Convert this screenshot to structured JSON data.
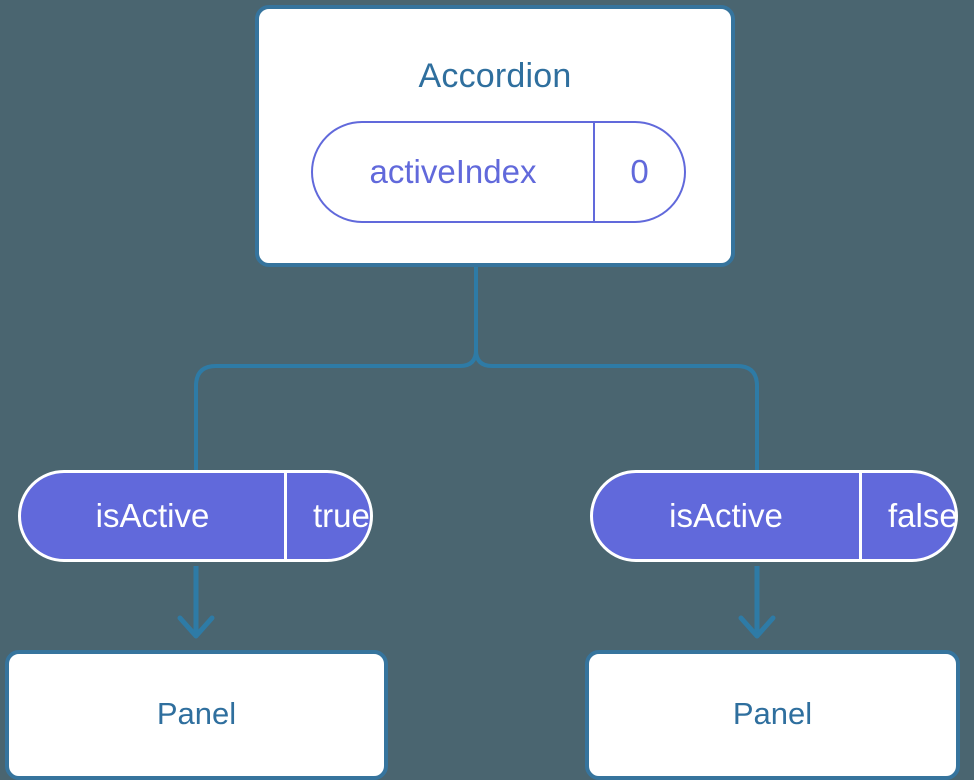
{
  "diagram": {
    "background_color": "#4a6570",
    "connector_color": "#2e7ba6",
    "card_border_color": "#36749d",
    "card_text_color": "#2f6f9e",
    "pill_color": "#6169db",
    "pill_text_color": "#ffffff",
    "root": {
      "title": "Accordion",
      "prop": {
        "key": "activeIndex",
        "value": "0"
      }
    },
    "branches": [
      {
        "prop": {
          "key": "isActive",
          "value": "true"
        },
        "child": {
          "title": "Panel"
        }
      },
      {
        "prop": {
          "key": "isActive",
          "value": "false"
        },
        "child": {
          "title": "Panel"
        }
      }
    ]
  }
}
